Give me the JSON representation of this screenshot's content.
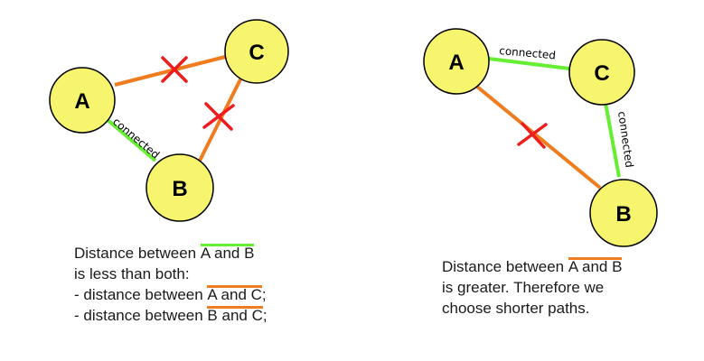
{
  "colors": {
    "node_fill": "#f7f46e",
    "connected_edge": "#66ee33",
    "rejected_edge": "#ef7d1f",
    "cross": "#ee1c1c"
  },
  "left": {
    "nodes": {
      "a": "A",
      "b": "B",
      "c": "C"
    },
    "edge_ab_label": "connected",
    "caption": {
      "line1_prefix": "Distance between ",
      "line1_highlight": "A and B",
      "line2": "is less than both:",
      "line3_prefix": "- distance between ",
      "line3_highlight": "A and C",
      "line3_suffix": ";",
      "line4_prefix": "- distance between ",
      "line4_highlight": "B and C",
      "line4_suffix": ";"
    }
  },
  "right": {
    "nodes": {
      "a": "A",
      "b": "B",
      "c": "C"
    },
    "edge_ac_label": "connected",
    "edge_cb_label": "connected",
    "caption": {
      "line1_prefix": "Distance between ",
      "line1_highlight": "A and B",
      "line2": "is greater. Therefore we",
      "line3": "choose shorter paths."
    }
  }
}
